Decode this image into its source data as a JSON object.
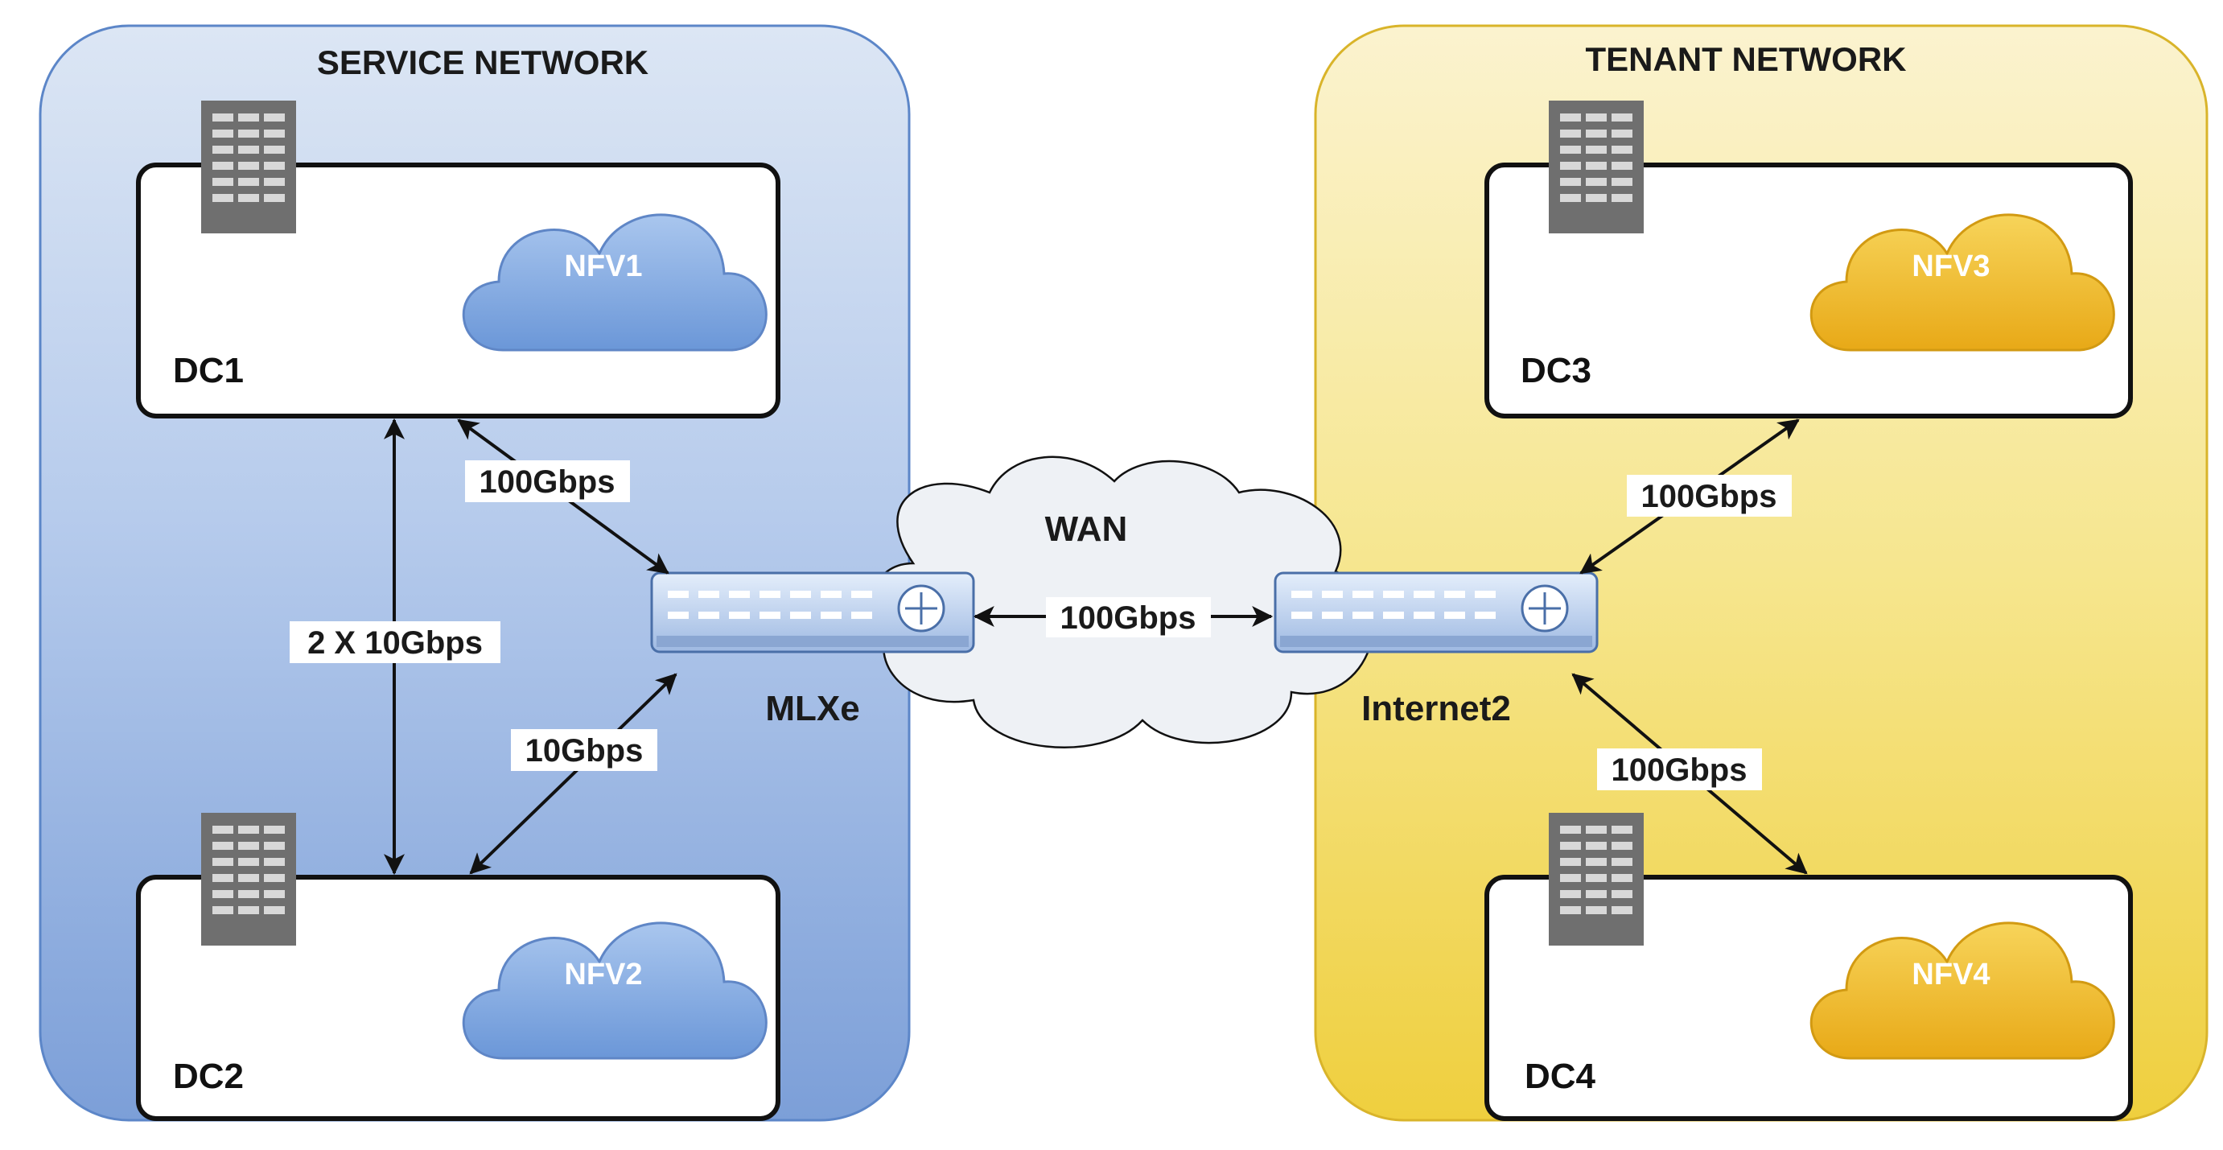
{
  "zones": {
    "service": {
      "title": "SERVICE NETWORK"
    },
    "tenant": {
      "title": "TENANT NETWORK"
    }
  },
  "datacenters": {
    "dc1": {
      "label": "DC1",
      "cloud": "NFV1"
    },
    "dc2": {
      "label": "DC2",
      "cloud": "NFV2"
    },
    "dc3": {
      "label": "DC3",
      "cloud": "NFV3"
    },
    "dc4": {
      "label": "DC4",
      "cloud": "NFV4"
    }
  },
  "wan": {
    "label": "WAN"
  },
  "devices": {
    "mlxe": {
      "label": "MLXe"
    },
    "internet2": {
      "label": "Internet2"
    }
  },
  "links": {
    "dc1_mlxe": "100Gbps",
    "dc1_dc2": "2 X 10Gbps",
    "dc2_mlxe": "10Gbps",
    "mlxe_internet2": "100Gbps",
    "internet2_dc3": "100Gbps",
    "internet2_dc4": "100Gbps"
  },
  "colors": {
    "service_zone": "#8aaee0",
    "tenant_zone": "#f2dc6a",
    "nfv_blue": "#7ea6e0",
    "nfv_gold": "#f0c030",
    "building": "#6f6f6f",
    "router": "#cfdff5"
  }
}
